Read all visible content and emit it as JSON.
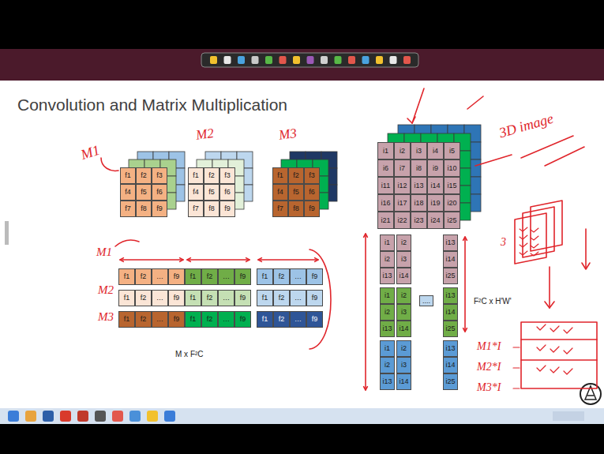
{
  "diagram": {
    "title": "Convolution and Matrix Multiplication",
    "nodes": [
      {
        "text": [
          "f1"
        ]
      },
      {
        "text": [
          "f2"
        ]
      },
      {
        "text": [
          "f3"
        ]
      },
      {
        "text": [
          "f4"
        ]
      },
      {
        "text": [
          "f5"
        ]
      },
      {
        "text": [
          "f6"
        ]
      },
      {
        "text": [
          "f7"
        ]
      },
      {
        "text": [
          "f8"
        ]
      },
      {
        "text": [
          "f9"
        ]
      },
      {
        "text": [
          "f1"
        ]
      },
      {
        "text": [
          "f2"
        ]
      },
      {
        "text": [
          "f3"
        ]
      },
      {
        "text": [
          "f4"
        ]
      },
      {
        "text": [
          "f5"
        ]
      },
      {
        "text": [
          "f6"
        ]
      },
      {
        "text": [
          "f7"
        ]
      },
      {
        "text": [
          "f8"
        ]
      },
      {
        "text": [
          "f9"
        ]
      },
      {
        "text": [
          "f1"
        ]
      },
      {
        "text": [
          "f2"
        ]
      },
      {
        "text": [
          "f3"
        ]
      },
      {
        "text": [
          "f4"
        ]
      },
      {
        "text": [
          "f5"
        ]
      },
      {
        "text": [
          "f6"
        ]
      },
      {
        "text": [
          "f7"
        ]
      },
      {
        "text": [
          "f8"
        ]
      },
      {
        "text": [
          "f9"
        ]
      },
      {
        "text": [
          "i1"
        ]
      },
      {
        "text": [
          "i2"
        ]
      },
      {
        "text": [
          "i3"
        ]
      },
      {
        "text": [
          "i4"
        ]
      },
      {
        "text": [
          "i5"
        ]
      },
      {
        "text": [
          "i6"
        ]
      },
      {
        "text": [
          "i7"
        ]
      },
      {
        "text": [
          "i8"
        ]
      },
      {
        "text": [
          "i9"
        ]
      },
      {
        "text": [
          "i10"
        ]
      },
      {
        "text": [
          "i11"
        ]
      },
      {
        "text": [
          "i12"
        ]
      },
      {
        "text": [
          "i13"
        ]
      },
      {
        "text": [
          "i14"
        ]
      },
      {
        "text": [
          "i15"
        ]
      },
      {
        "text": [
          "i16"
        ]
      },
      {
        "text": [
          "i17"
        ]
      },
      {
        "text": [
          "i18"
        ]
      },
      {
        "text": [
          "i19"
        ]
      },
      {
        "text": [
          "i20"
        ]
      },
      {
        "text": [
          "i21"
        ]
      },
      {
        "text": [
          "i22"
        ]
      },
      {
        "text": [
          "i23"
        ]
      },
      {
        "text": [
          "i24"
        ]
      },
      {
        "text": [
          "i25"
        ]
      },
      {
        "text": [
          "f1"
        ]
      },
      {
        "text": [
          "f2"
        ]
      },
      {
        "text": [
          "…"
        ]
      },
      {
        "text": [
          "f9"
        ]
      },
      {
        "text": [
          "f1"
        ]
      },
      {
        "text": [
          "f2"
        ]
      },
      {
        "text": [
          "…"
        ]
      },
      {
        "text": [
          "f9"
        ]
      },
      {
        "text": [
          "f1"
        ]
      },
      {
        "text": [
          "f2"
        ]
      },
      {
        "text": [
          "…"
        ]
      },
      {
        "text": [
          "f9"
        ]
      },
      {
        "text": [
          "f1"
        ]
      },
      {
        "text": [
          "f2"
        ]
      },
      {
        "text": [
          "…"
        ]
      },
      {
        "text": [
          "f9"
        ]
      },
      {
        "text": [
          "f1"
        ]
      },
      {
        "text": [
          "f2"
        ]
      },
      {
        "text": [
          "…"
        ]
      },
      {
        "text": [
          "f9"
        ]
      },
      {
        "text": [
          "f1"
        ]
      },
      {
        "text": [
          "f2"
        ]
      },
      {
        "text": [
          "…"
        ]
      },
      {
        "text": [
          "f9"
        ]
      },
      {
        "text": [
          "f1"
        ]
      },
      {
        "text": [
          "f2"
        ]
      },
      {
        "text": [
          "…"
        ]
      },
      {
        "text": [
          "f9"
        ]
      },
      {
        "text": [
          "f1"
        ]
      },
      {
        "text": [
          "f2"
        ]
      },
      {
        "text": [
          "…"
        ]
      },
      {
        "text": [
          "f9"
        ]
      },
      {
        "text": [
          "f1"
        ]
      },
      {
        "text": [
          "f2"
        ]
      },
      {
        "text": [
          "…"
        ]
      },
      {
        "text": [
          "f9"
        ]
      },
      {
        "text": [
          "i1"
        ]
      },
      {
        "text": [
          "i2"
        ]
      },
      {
        "text": [
          "i13"
        ]
      },
      {
        "text": [
          "i1"
        ]
      },
      {
        "text": [
          "i2"
        ]
      },
      {
        "text": [
          "i13"
        ]
      },
      {
        "text": [
          "i1"
        ]
      },
      {
        "text": [
          "i2"
        ]
      },
      {
        "text": [
          "i13"
        ]
      },
      {
        "text": [
          "i2"
        ]
      },
      {
        "text": [
          "i3"
        ]
      },
      {
        "text": [
          "i14"
        ]
      },
      {
        "text": [
          "i2"
        ]
      },
      {
        "text": [
          "i3"
        ]
      },
      {
        "text": [
          "i14"
        ]
      },
      {
        "text": [
          "i2"
        ]
      },
      {
        "text": [
          "i3"
        ]
      },
      {
        "text": [
          "i14"
        ]
      },
      {
        "text": [
          "i13"
        ]
      },
      {
        "text": [
          "i14"
        ]
      },
      {
        "text": [
          "i25"
        ]
      },
      {
        "text": [
          "i13"
        ]
      },
      {
        "text": [
          "i14"
        ]
      },
      {
        "text": [
          "i25"
        ]
      },
      {
        "text": [
          "i13"
        ]
      },
      {
        "text": [
          "i14"
        ]
      },
      {
        "text": [
          "i25"
        ]
      },
      {
        "text": [
          "...."
        ]
      }
    ],
    "labels": [
      "M1",
      "M2",
      "M3",
      "3D image",
      "3",
      "M1",
      "M2",
      "M3",
      "M x F²C",
      "F²C x H'W'",
      "M1*I",
      "M2*I",
      "M3*I"
    ]
  }
}
